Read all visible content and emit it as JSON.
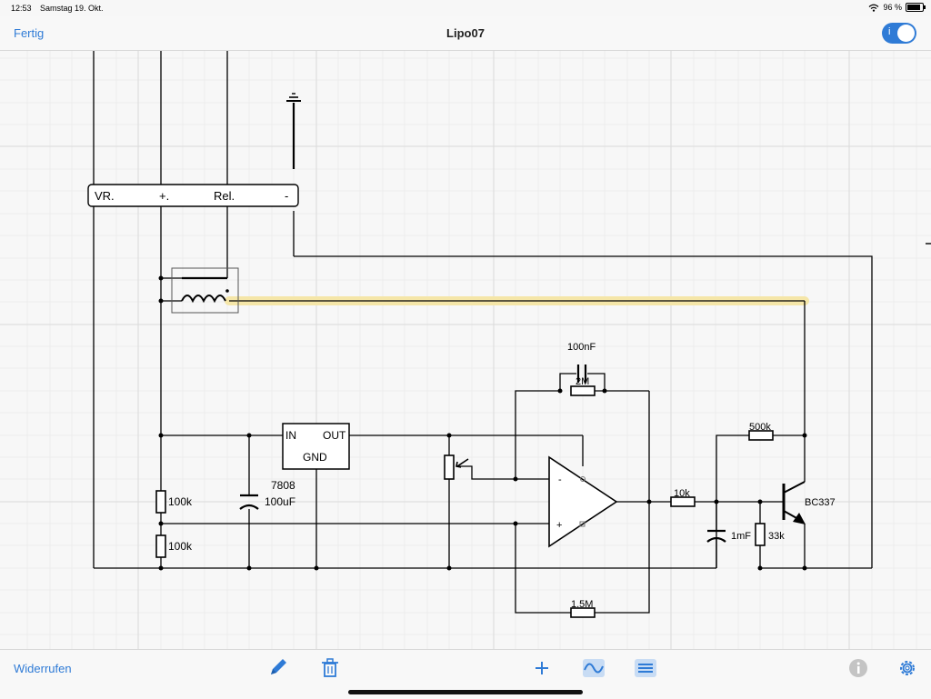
{
  "status": {
    "time": "12:53",
    "date": "Samstag 19. Okt.",
    "battery": "96 %"
  },
  "nav": {
    "done": "Fertig",
    "title": "Lipo07",
    "toggle_label": "i"
  },
  "toolbar": {
    "undo": "Widerrufen"
  },
  "schematic": {
    "connector": {
      "vr": "VR.",
      "plus": "+.",
      "rel": "Rel.",
      "minus": "-"
    },
    "regulator": {
      "in": "IN",
      "out": "OUT",
      "gnd": "GND",
      "part": "7808"
    },
    "cap_input": "100uF",
    "r_div_top": "100k",
    "r_div_bottom": "100k",
    "cap_feedback": "100nF",
    "r_feedback": "2M",
    "r_bottom": "1.5M",
    "r_base": "10k",
    "r_bias": "500k",
    "cap_base": "1mF",
    "r_base_ground": "33k",
    "transistor": "BC337",
    "opamp_minus": "-",
    "opamp_plus": "+"
  },
  "colors": {
    "accent": "#2f7bd6",
    "highlight": "#f5e6a8",
    "grid": "#e4e4e4"
  },
  "icons": [
    "wifi-icon",
    "battery-icon",
    "pencil-icon",
    "trash-icon",
    "plus-icon",
    "waveform-icon",
    "list-icon",
    "info-icon",
    "gear-icon"
  ]
}
